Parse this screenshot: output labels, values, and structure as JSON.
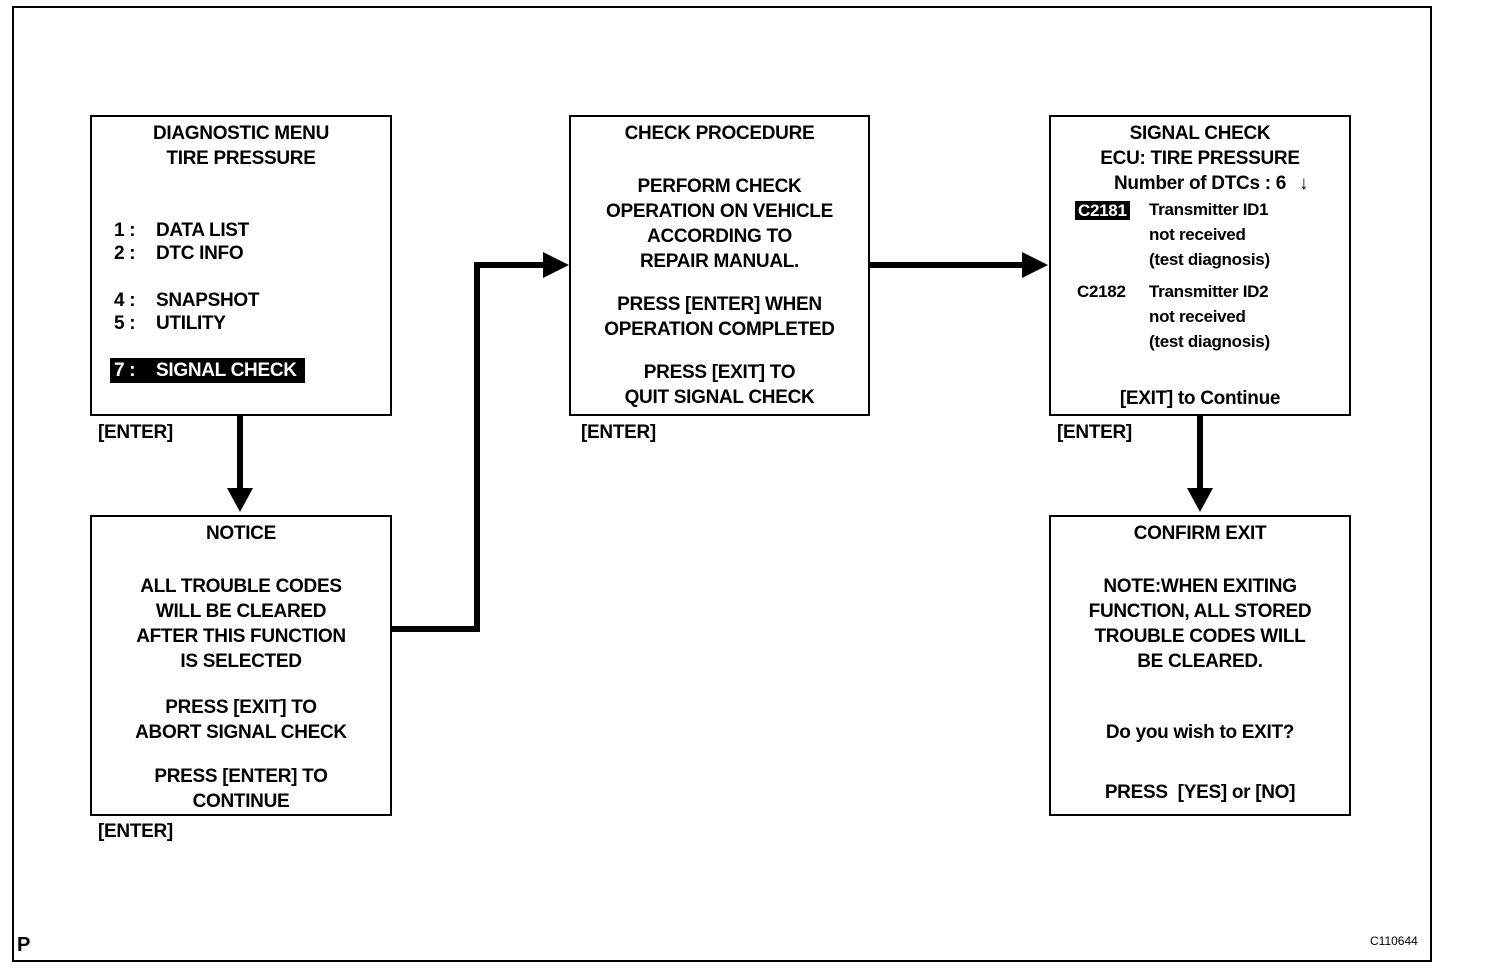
{
  "diagnostic_menu": {
    "title": [
      "DIAGNOSTIC MENU",
      "TIRE PRESSURE"
    ],
    "items": [
      {
        "num": "1 :",
        "label": "DATA LIST"
      },
      {
        "num": "2 :",
        "label": "DTC INFO"
      },
      {
        "num": "4 :",
        "label": "SNAPSHOT"
      },
      {
        "num": "5 :",
        "label": "UTILITY"
      }
    ],
    "selected": {
      "num": "7 :",
      "label": "SIGNAL CHECK"
    }
  },
  "notice": {
    "title": "NOTICE",
    "lines": [
      "ALL TROUBLE CODES",
      "WILL BE CLEARED",
      "AFTER THIS FUNCTION",
      "IS SELECTED"
    ],
    "exit_lines": [
      "PRESS [EXIT] TO",
      "ABORT SIGNAL CHECK"
    ],
    "enter_lines": [
      "PRESS [ENTER] TO",
      "CONTINUE"
    ]
  },
  "check_procedure": {
    "title": "CHECK PROCEDURE",
    "lines": [
      "PERFORM CHECK",
      "OPERATION ON VEHICLE",
      "ACCORDING TO",
      "REPAIR MANUAL."
    ],
    "enter_lines": [
      "PRESS [ENTER] WHEN",
      "OPERATION COMPLETED"
    ],
    "exit_lines": [
      "PRESS [EXIT] TO",
      "QUIT SIGNAL CHECK"
    ]
  },
  "signal_check": {
    "title": [
      "SIGNAL CHECK",
      "ECU: TIRE PRESSURE",
      "Number of DTCs : 6"
    ],
    "scroll_glyph": "↓",
    "dtcs": [
      {
        "code": "C2181",
        "desc": [
          "Transmitter ID1",
          "not received",
          "(test diagnosis)"
        ]
      },
      {
        "code": "C2182",
        "desc": [
          "Transmitter ID2",
          "not received",
          "(test diagnosis)"
        ]
      }
    ],
    "footer": "[EXIT] to Continue"
  },
  "confirm_exit": {
    "title": "CONFIRM EXIT",
    "lines": [
      "NOTE:WHEN EXITING",
      "FUNCTION, ALL STORED",
      "TROUBLE CODES WILL",
      "BE CLEARED."
    ],
    "question": "Do you wish to EXIT?",
    "prompt": "PRESS  [YES] or [NO]"
  },
  "enter_labels": {
    "diagnostic_menu": "[ENTER]",
    "notice": "[ENTER]",
    "check_procedure": "[ENTER]",
    "signal_check": "[ENTER]"
  },
  "corner_label": "P",
  "figure_number": "C110644"
}
